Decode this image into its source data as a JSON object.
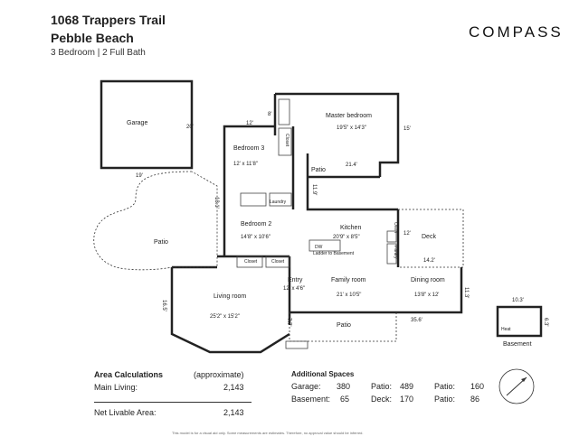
{
  "header": {
    "address_line1": "1068 Trappers Trail",
    "address_line2": "Pebble Beach",
    "beds_baths": "3 Bedroom  |  2 Full Bath",
    "brand": "COMPASS"
  },
  "rooms": {
    "garage": {
      "name": "Garage",
      "dim": "20'",
      "dim2": "19'"
    },
    "master": {
      "name": "Master bedroom",
      "size": "19'5\" x 14'3\"",
      "dim": "15'"
    },
    "bed3": {
      "name": "Bedroom 3",
      "size": "12' x 11'8\"",
      "dim": "12'"
    },
    "closet_vertical": "Closet",
    "patio_small": {
      "name": "Patio",
      "dim": "21.4'",
      "dim2": "11.9'"
    },
    "laundry": "Laundry",
    "bed2": {
      "name": "Bedroom 2",
      "size": "14'8\" x 10'6\"",
      "dim": "13.1'"
    },
    "closet1": "Closet",
    "closet2": "Closet",
    "patio_left": {
      "name": "Patio"
    },
    "kitchen": {
      "name": "Kitchen",
      "size": "20'9\" x 8'5\"",
      "dw": "DW",
      "ladder": "Ladder to Basement",
      "dim": "12'",
      "oven": "Oven",
      "pantry": "Pantry"
    },
    "deck": {
      "name": "Deck",
      "dim": "14.2'"
    },
    "entry": {
      "name": "Entry",
      "size": "12' x 4'6\""
    },
    "family": {
      "name": "Family room",
      "size": "21' x 10'5\""
    },
    "dining": {
      "name": "Dining room",
      "size": "13'8\" x 12'",
      "dim": "11.3'"
    },
    "living": {
      "name": "Living room",
      "size": "25'2\" x 15'2\"",
      "dim": "16.5'"
    },
    "patio_bottom": {
      "name": "Patio",
      "dim": "35.6'",
      "dim2": "7.7'"
    },
    "dim_8": "8'",
    "basement": {
      "name": "Basement",
      "heat": "Heat",
      "dim": "10.3'",
      "dim2": "6.3'"
    }
  },
  "area": {
    "title": "Area Calculations",
    "approx": "(approximate)",
    "main_label": "Main Living:",
    "main_value": "2,143",
    "net_label": "Net Livable Area:",
    "net_value": "2,143"
  },
  "additional": {
    "title": "Additional Spaces",
    "items": [
      {
        "label": "Garage:",
        "value": "380"
      },
      {
        "label": "Patio:",
        "value": "489"
      },
      {
        "label": "Patio:",
        "value": "160"
      },
      {
        "label": "Basement:",
        "value": "65"
      },
      {
        "label": "Deck:",
        "value": "170"
      },
      {
        "label": "Patio:",
        "value": "86"
      }
    ]
  },
  "compass_icon": "north-arrow-icon",
  "footnote": "This model is for a visual aid only. Some measurements are estimates. Therefore, no approval value should be inferred."
}
